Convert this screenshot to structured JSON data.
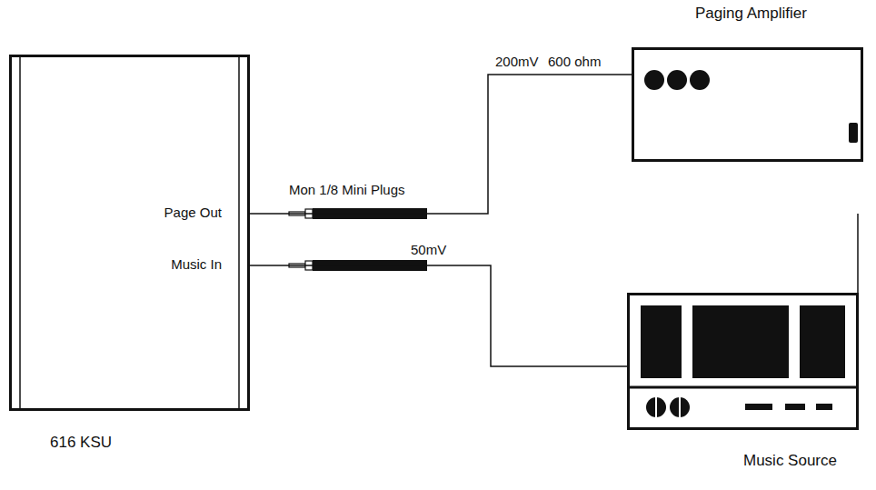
{
  "diagram": {
    "nodes": [
      {
        "text": [
          "616 KSU"
        ]
      },
      {
        "text": [
          "Paging Amplifier"
        ]
      },
      {
        "text": [
          "Music Source"
        ]
      }
    ],
    "edges": [
      {
        "from": 0,
        "to": 1,
        "arrow": "none"
      },
      {
        "from": 0,
        "to": 2,
        "arrow": "none"
      }
    ],
    "labels": [
      "Page Out",
      "Music In",
      "Mon 1/8 Mini Plugs",
      "200mV",
      "600 ohm",
      "50mV"
    ]
  }
}
